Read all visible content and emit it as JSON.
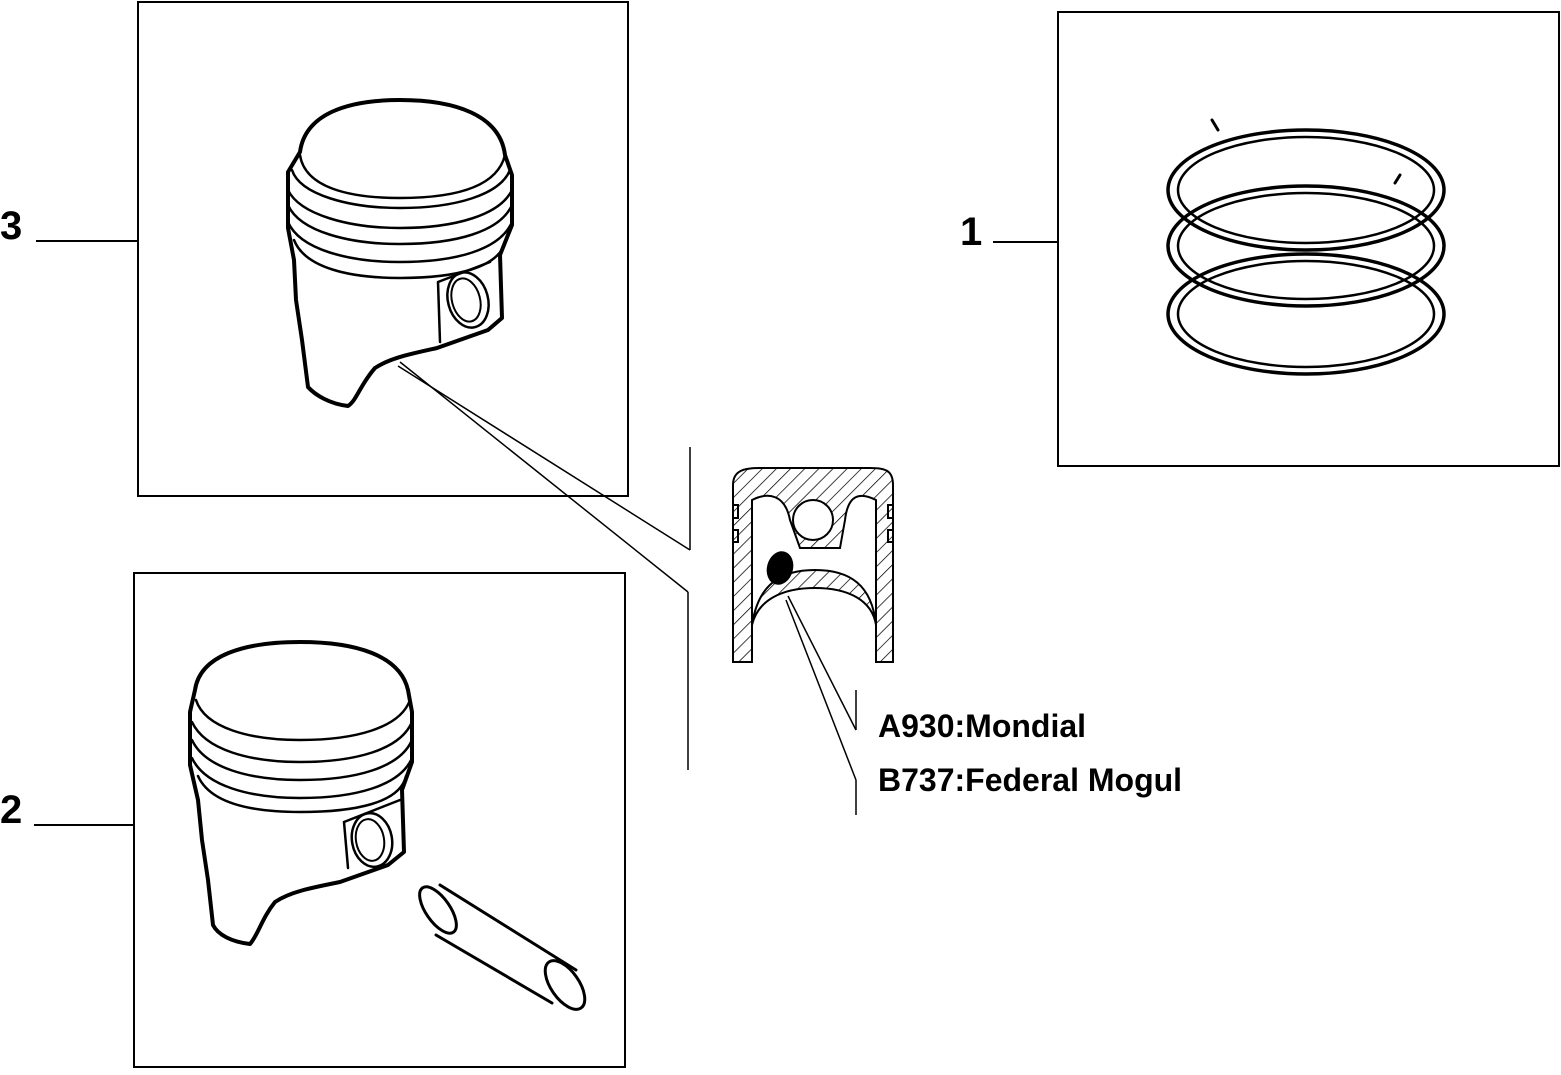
{
  "colors": {
    "ink": "#000000",
    "paper": "#ffffff"
  },
  "callouts": [
    {
      "label": "1",
      "part": "piston-ring-set"
    },
    {
      "label": "2",
      "part": "piston-with-pin"
    },
    {
      "label": "3",
      "part": "piston"
    }
  ],
  "manufacturers": [
    {
      "code": "A930:Mondial"
    },
    {
      "code": "B737:Federal Mogul"
    }
  ]
}
